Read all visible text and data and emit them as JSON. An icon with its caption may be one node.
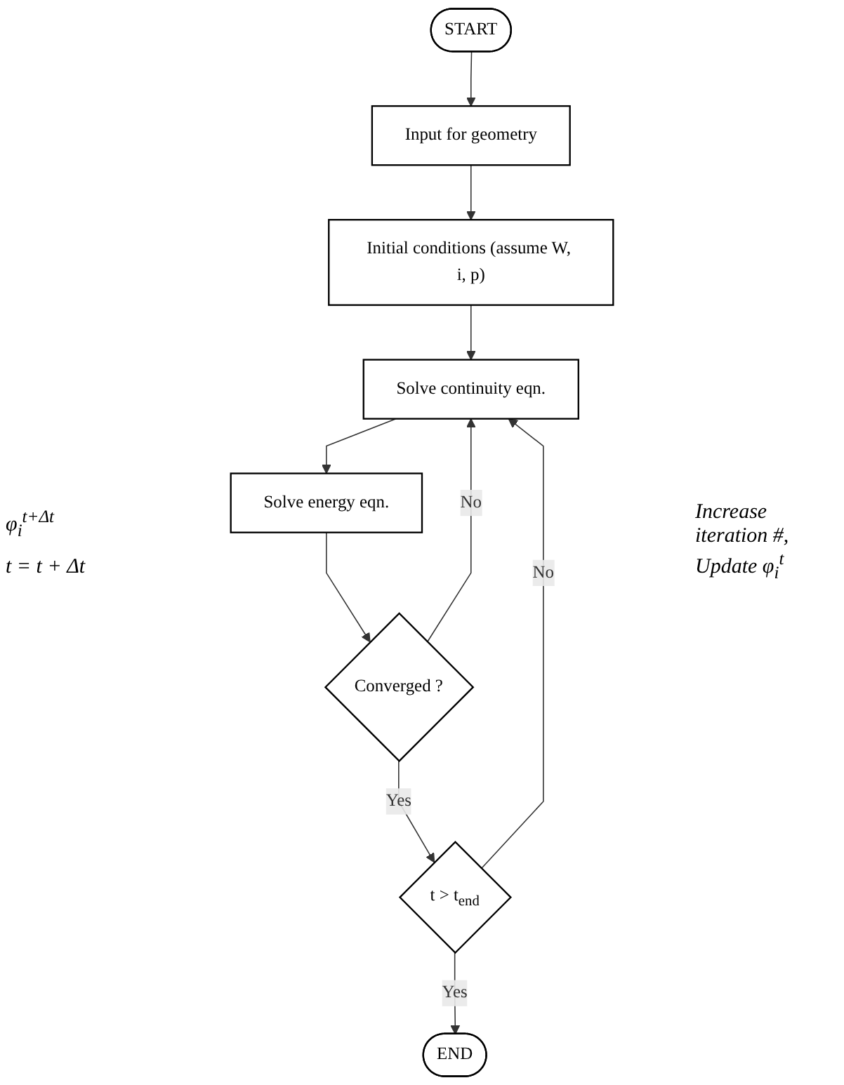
{
  "diagram": {
    "nodes": [
      {
        "text": [
          "START"
        ]
      },
      {
        "text": [
          "Input for geometry"
        ]
      },
      {
        "text": [
          "Initial conditions (assume W, i, p)"
        ]
      },
      {
        "text": [
          "Solve continuity eqn."
        ]
      },
      {
        "text": [
          "Solve energy eqn."
        ]
      },
      {
        "text": [
          "Converged ?"
        ]
      },
      {
        "text": [
          "t > t$_{end}$"
        ]
      },
      {
        "text": [
          "END"
        ]
      }
    ],
    "edges": [
      {
        "from": 0,
        "to": 1,
        "arrow": "to"
      },
      {
        "from": 1,
        "to": 2,
        "arrow": "to"
      },
      {
        "from": 2,
        "to": 3,
        "arrow": "to"
      },
      {
        "from": 3,
        "to": 4,
        "arrow": "to"
      },
      {
        "from": 4,
        "to": 5,
        "arrow": "to"
      },
      {
        "from": 5,
        "to": 3,
        "label": "No",
        "arrow": "to"
      },
      {
        "from": 5,
        "to": 6,
        "label": "Yes",
        "arrow": "to"
      },
      {
        "from": 6,
        "to": 3,
        "label": "No",
        "arrow": "to"
      },
      {
        "from": 6,
        "to": 7,
        "label": "Yes",
        "arrow": "to"
      }
    ],
    "labels": [
      "φ$_{i}$$^{t+Δt}$",
      "t = t + Δt",
      "Increase iteration #, Update φ$_{i}$$^{t}$"
    ]
  }
}
